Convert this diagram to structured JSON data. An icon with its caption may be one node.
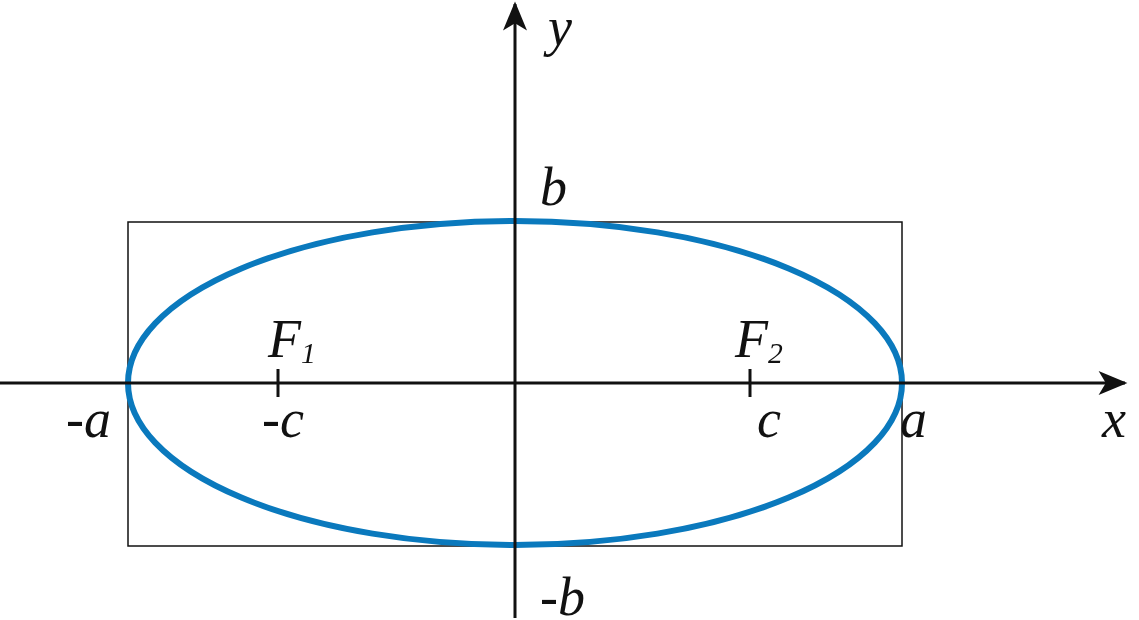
{
  "diagram": {
    "labels": [
      "y",
      "b",
      "F$_{1}$",
      "F$_{2}$",
      "-a",
      "-c",
      "c",
      "a",
      "x",
      "-b"
    ]
  }
}
